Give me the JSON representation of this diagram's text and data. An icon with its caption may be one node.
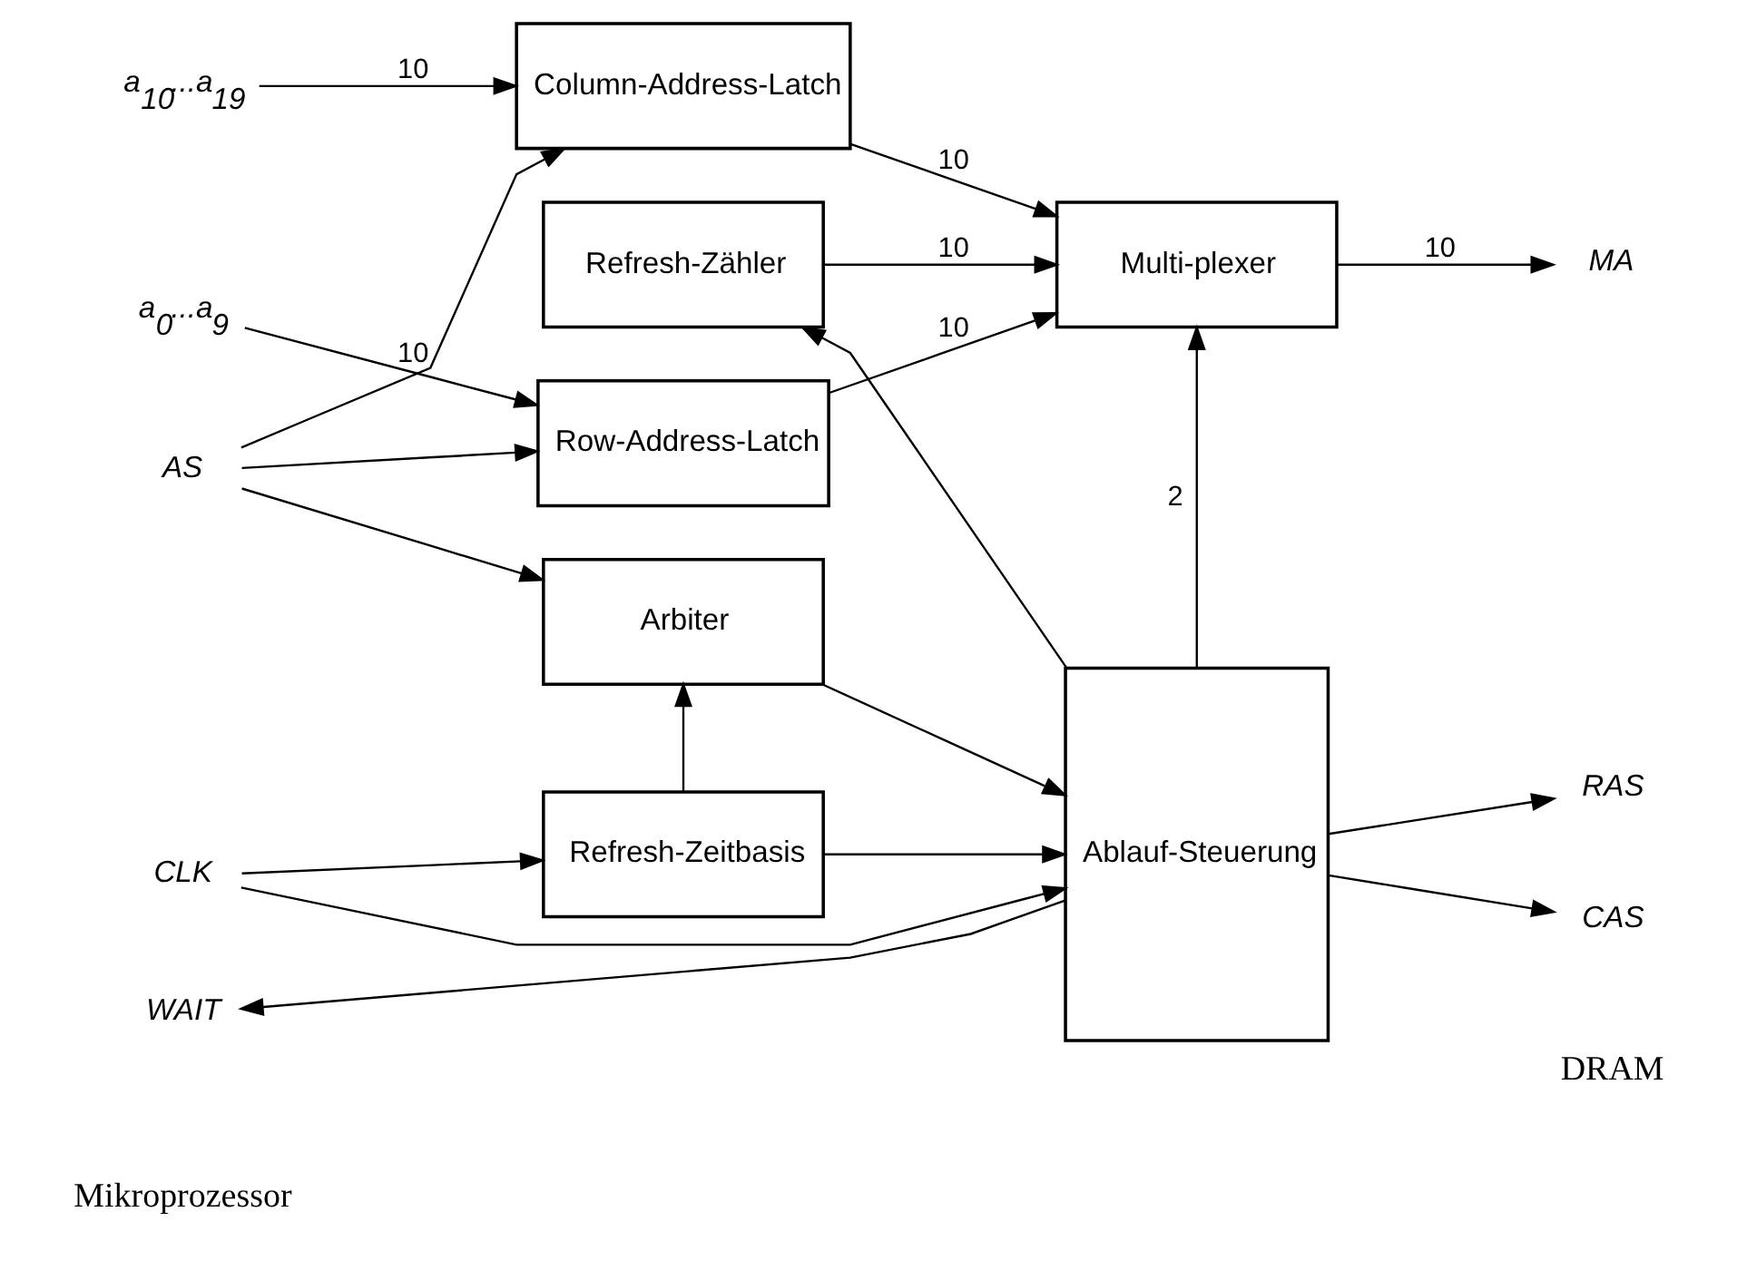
{
  "diagram": {
    "nodes": [
      {
        "text": [
          "a$_{0}$...a$_{9}$"
        ]
      },
      {
        "text": [
          "a$_{10}$...a$_{19}$"
        ]
      },
      {
        "text": [
          "AS"
        ]
      },
      {
        "text": [
          "CLK"
        ]
      },
      {
        "text": [
          "WAIT"
        ]
      },
      {
        "text": [
          "Row-Address-Latch"
        ]
      },
      {
        "text": [
          "Column-Address-Latch"
        ]
      },
      {
        "text": [
          "Refresh-Zähler"
        ]
      },
      {
        "text": [
          "Arbiter"
        ]
      },
      {
        "text": [
          "Refresh-Zeitbasis"
        ]
      },
      {
        "text": [
          "Multi-plexer"
        ]
      },
      {
        "text": [
          "Ablauf-Steuerung"
        ]
      },
      {
        "text": [
          "MA"
        ]
      },
      {
        "text": [
          "RAS"
        ]
      },
      {
        "text": [
          "CAS"
        ]
      }
    ],
    "edges": [
      {
        "from": 0,
        "to": 5,
        "arrow": "to",
        "label": "10"
      },
      {
        "from": 2,
        "to": 5,
        "arrow": "to"
      },
      {
        "from": 1,
        "to": 6,
        "arrow": "to",
        "label": "10"
      },
      {
        "from": 2,
        "to": 6,
        "arrow": "to"
      },
      {
        "from": 2,
        "to": 8,
        "arrow": "to"
      },
      {
        "from": 5,
        "to": 10,
        "arrow": "to",
        "label": "10"
      },
      {
        "from": 6,
        "to": 10,
        "arrow": "to",
        "label": "10"
      },
      {
        "from": 7,
        "to": 10,
        "arrow": "to",
        "label": "10"
      },
      {
        "from": 10,
        "to": 12,
        "arrow": "to",
        "label": "10"
      },
      {
        "from": 11,
        "to": 7,
        "arrow": "to"
      },
      {
        "from": 11,
        "to": 10,
        "arrow": "to",
        "label": "2"
      },
      {
        "from": 9,
        "to": 8,
        "arrow": "to"
      },
      {
        "from": 3,
        "to": 9,
        "arrow": "to"
      },
      {
        "from": 8,
        "to": 11,
        "arrow": "to"
      },
      {
        "from": 9,
        "to": 11,
        "arrow": "to"
      },
      {
        "from": 3,
        "to": 11,
        "arrow": "to"
      },
      {
        "from": 11,
        "to": 13,
        "arrow": "to"
      },
      {
        "from": 11,
        "to": 14,
        "arrow": "to"
      },
      {
        "from": 11,
        "to": 4,
        "arrow": "to"
      }
    ],
    "labels": [
      "Mikroprozessor",
      "DRAM"
    ]
  }
}
